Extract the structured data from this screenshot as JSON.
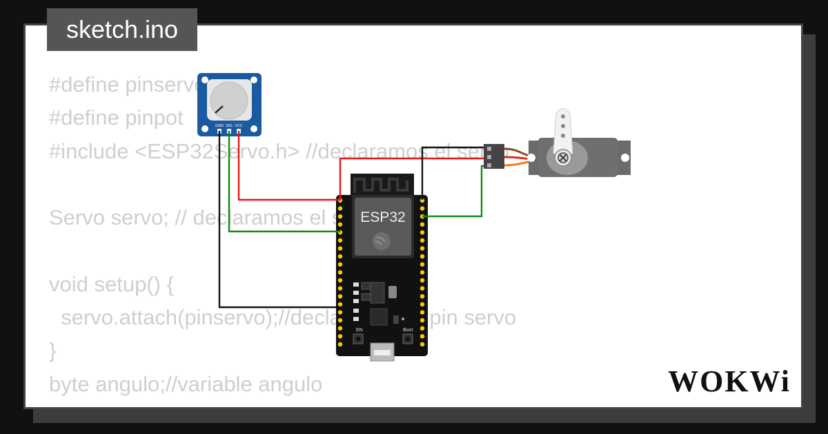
{
  "file": {
    "title": "sketch.ino"
  },
  "code_lines": [
    "#define pinservo",
    "#define pinpot",
    "#include <ESP32Servo.h> //declaramos el servo",
    "",
    "Servo servo; // declaramos el servo",
    "",
    "void setup() {",
    "  servo.attach(pinservo);//declaramos el pin servo",
    "}",
    "byte angulo;//variable angulo"
  ],
  "components": {
    "pot_pins": [
      "GND",
      "SIG",
      "VCC"
    ],
    "esp32_label": "ESP32",
    "button_en": "EN",
    "button_boot": "Boot"
  },
  "wire_colors": {
    "vcc": "#e8161b",
    "signal": "#138a13",
    "ground": "#111111",
    "servo_orange": "#f07b14",
    "servo_red": "#e52a1a",
    "servo_brown": "#8a4a1e"
  },
  "brand": {
    "logo_text": "WOKWi"
  }
}
